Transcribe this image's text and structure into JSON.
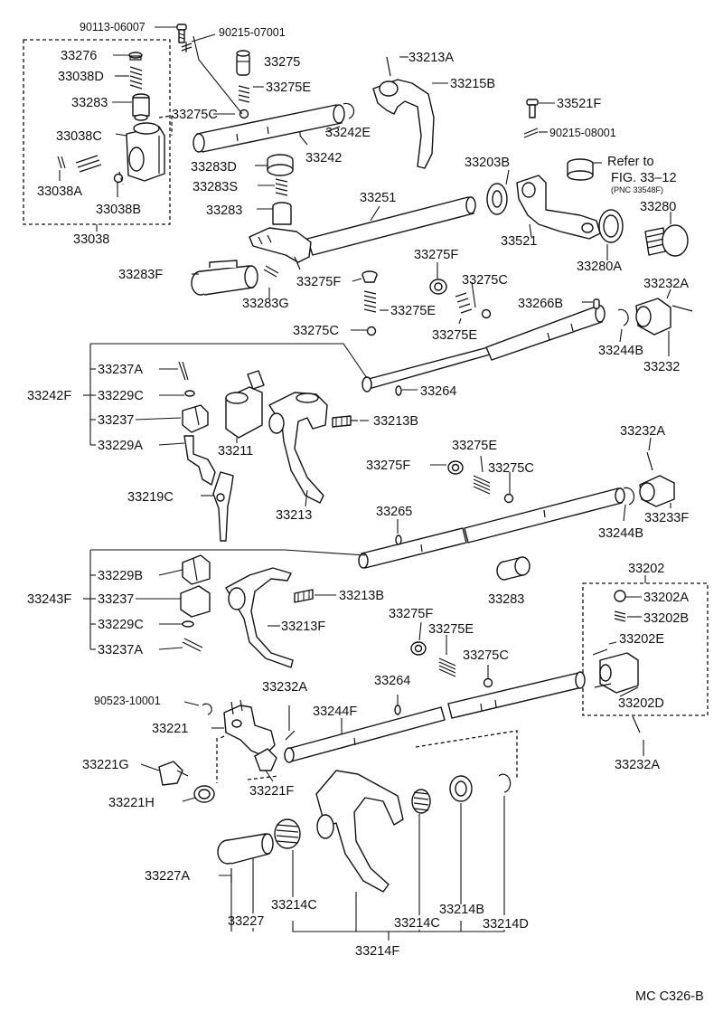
{
  "figure_code": "MC C326-B",
  "refer_note": {
    "line1": "Refer to",
    "line2": "FIG. 33–12",
    "line3": "(PNC 33548F)"
  },
  "labels": {
    "p90113_06007": "90113-06007",
    "p90215_07001": "90215-07001",
    "p33276": "33276",
    "p33038D": "33038D",
    "p33283_top": "33283",
    "p33038C": "33038C",
    "p33038A": "33038A",
    "p33038B": "33038B",
    "p33038": "33038",
    "p33275": "33275",
    "p33275E_top": "33275E",
    "p33275C_top": "33275C",
    "p33242E": "33242E",
    "p33242": "33242",
    "p33213A": "33213A",
    "p33215B": "33215B",
    "p33521F": "33521F",
    "p90215_08001": "90215-08001",
    "p33203B": "33203B",
    "p33280": "33280",
    "p33521": "33521",
    "p33280A": "33280A",
    "p33283D": "33283D",
    "p33283S": "33283S",
    "p33283_mid": "33283",
    "p33251": "33251",
    "p33283F": "33283F",
    "p33283G": "33283G",
    "p33275F_a": "33275F",
    "p33275F_b": "33275F",
    "p33275C_b": "33275C",
    "p33275E_b": "33275E",
    "p33275C_c": "33275C",
    "p33275E_c": "33275E",
    "p33266B": "33266B",
    "p33232A_a": "33232A",
    "p33244B_a": "33244B",
    "p33232": "33232",
    "p33264_a": "33264",
    "p33237A_a": "33237A",
    "p33242F": "33242F",
    "p33229C_a": "33229C",
    "p33237_a": "33237",
    "p33229A": "33229A",
    "p33211": "33211",
    "p33213B_a": "33213B",
    "p33219C": "33219C",
    "p33213": "33213",
    "p33232A_b": "33232A",
    "p33275E_d": "33275E",
    "p33275F_c": "33275F",
    "p33275C_d": "33275C",
    "p33265": "33265",
    "p33244B_b": "33244B",
    "p33233F": "33233F",
    "p33229B": "33229B",
    "p33243F": "33243F",
    "p33237_b": "33237",
    "p33229C_b": "33229C",
    "p33237A_b": "33237A",
    "p33213B_b": "33213B",
    "p33283_low": "33283",
    "p33213F": "33213F",
    "p33275F_d": "33275F",
    "p33275E_e": "33275E",
    "p33275C_e": "33275C",
    "p33202": "33202",
    "p33202A": "33202A",
    "p33202B": "33202B",
    "p33202E": "33202E",
    "p33202D": "33202D",
    "p90523_10001": "90523-10001",
    "p33232A_c": "33232A",
    "p33264_b": "33264",
    "p33244F": "33244F",
    "p33221": "33221",
    "p33221G": "33221G",
    "p33221F": "33221F",
    "p33221H": "33221H",
    "p33232A_d": "33232A",
    "p33227A": "33227A",
    "p33227": "33227",
    "p33214C_a": "33214C",
    "p33214C_b": "33214C",
    "p33214B": "33214B",
    "p33214D": "33214D",
    "p33214F": "33214F"
  }
}
